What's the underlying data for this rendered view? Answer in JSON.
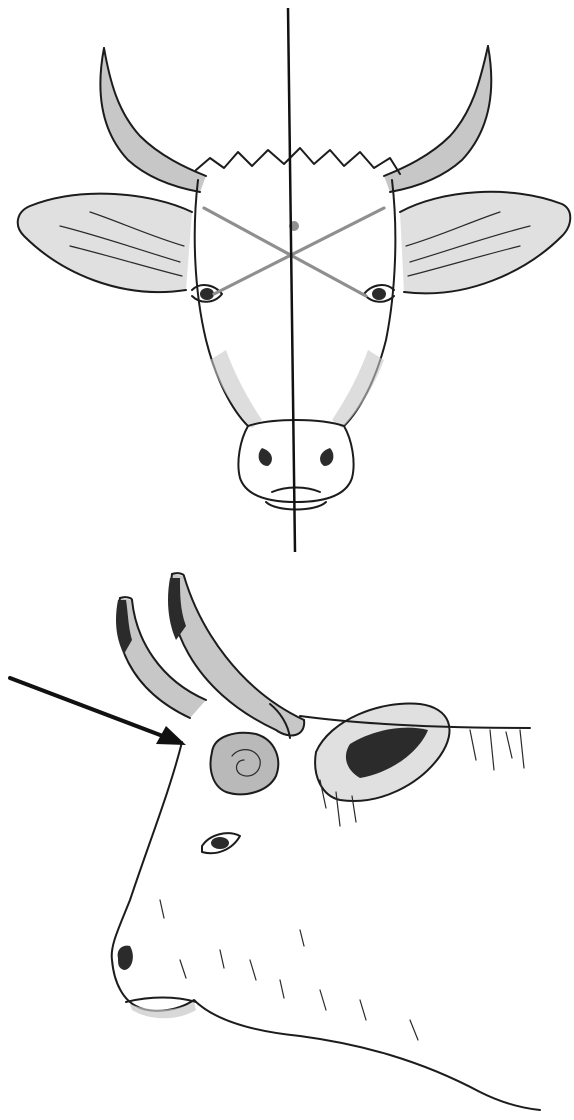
{
  "figure": {
    "background": "#ffffff",
    "ink_color": "#1c1c1c",
    "guide_color": "#8f8f8f",
    "views": [
      {
        "name": "cow-head-front-view",
        "annotations": [
          "vertical-midline",
          "eye-to-horn-base-cross-lines",
          "poll-target-point"
        ]
      },
      {
        "name": "cow-head-side-view",
        "annotations": [
          "arrow-pointing-to-poll"
        ]
      }
    ]
  }
}
